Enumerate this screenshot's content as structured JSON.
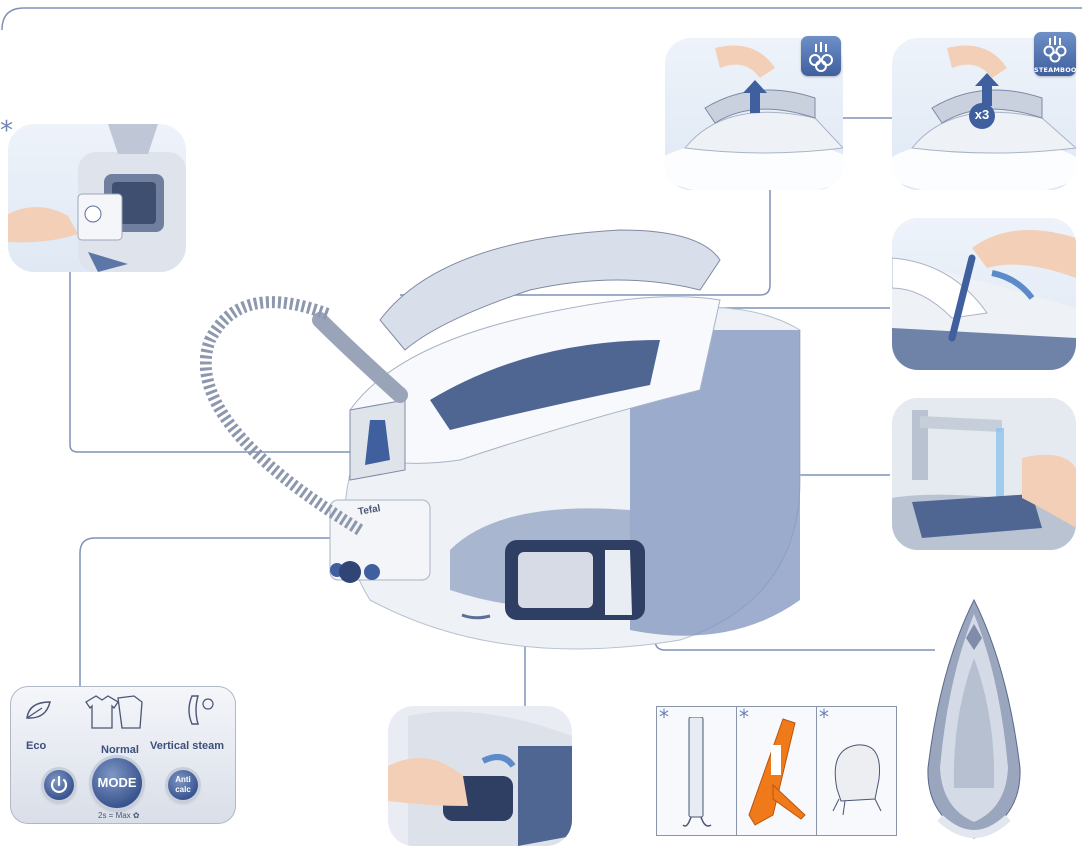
{
  "steam_badges": {
    "steamboost": "STEAMBOOST",
    "multiplier": "x3"
  },
  "control_panel": {
    "eco": "Eco",
    "normal": "Normal",
    "vertical_steam": "Vertical steam",
    "mode": "MODE",
    "anti_calc_line1": "Anti",
    "anti_calc_line2": "calc",
    "boost_hint": "2s = Max"
  },
  "brand": {
    "name": "Tefal"
  },
  "accessory_marker": "*",
  "colors": {
    "accent_blue": "#3f5f9e",
    "panel_bg": "#e6edf6",
    "line": "#7f93b8",
    "orange": "#f07a1a"
  }
}
